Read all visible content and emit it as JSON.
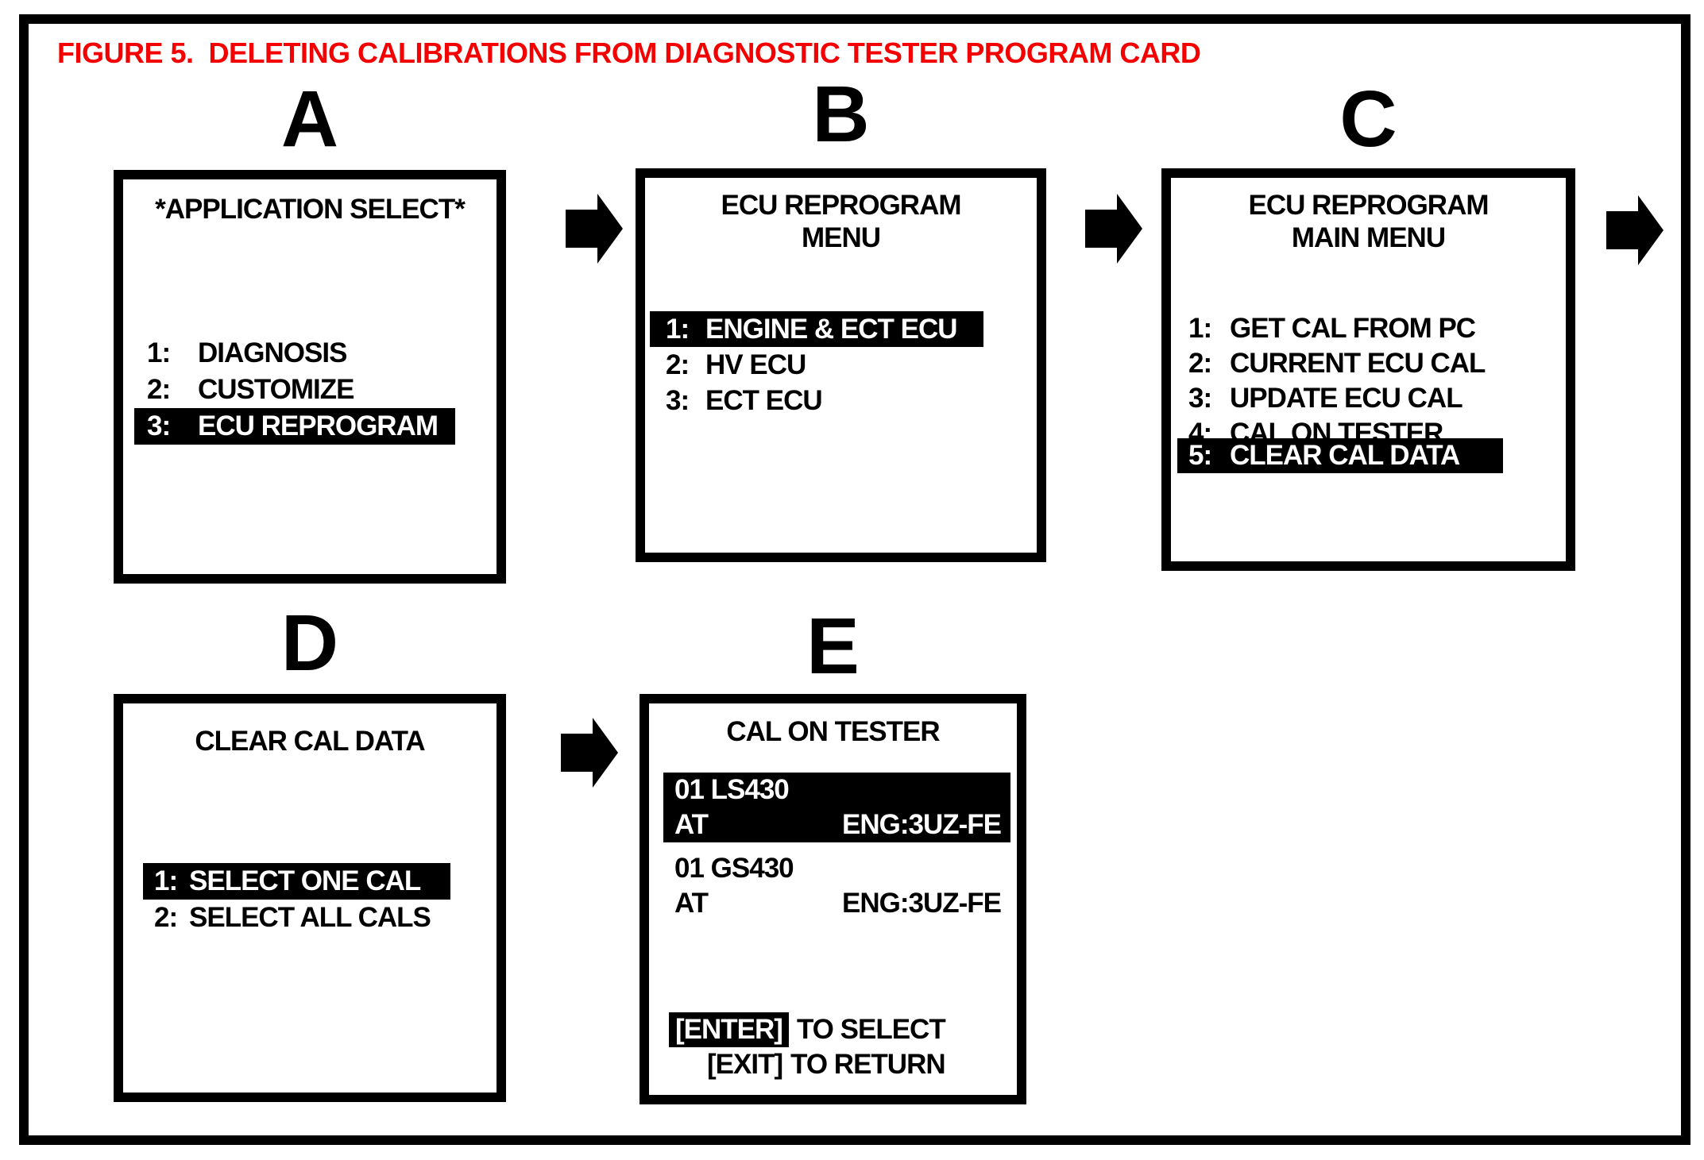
{
  "figure_title": "FIGURE 5.  DELETING CALIBRATIONS FROM DIAGNOSTIC TESTER PROGRAM CARD",
  "colors": {
    "title_red": "#f40000",
    "screen_fg": "#000000",
    "screen_bg": "#ffffff"
  },
  "icons": {
    "flow_arrow": "right-block-arrow"
  },
  "panels": {
    "a": {
      "letter": "A",
      "heading": "*APPLICATION SELECT*",
      "items": [
        {
          "num": "1:",
          "label": "DIAGNOSIS",
          "selected": false
        },
        {
          "num": "2:",
          "label": "CUSTOMIZE",
          "selected": false
        },
        {
          "num": "3:",
          "label": "ECU REPROGRAM",
          "selected": true
        }
      ]
    },
    "b": {
      "letter": "B",
      "heading_line1": "ECU REPROGRAM",
      "heading_line2": "MENU",
      "items": [
        {
          "num": "1:",
          "label": "ENGINE & ECT ECU",
          "selected": true
        },
        {
          "num": "2:",
          "label": "HV ECU",
          "selected": false
        },
        {
          "num": "3:",
          "label": "ECT ECU",
          "selected": false
        }
      ]
    },
    "c": {
      "letter": "C",
      "heading_line1": "ECU REPROGRAM",
      "heading_line2": "MAIN MENU",
      "items": [
        {
          "num": "1:",
          "label": "GET CAL FROM PC",
          "selected": false
        },
        {
          "num": "2:",
          "label": "CURRENT ECU CAL",
          "selected": false
        },
        {
          "num": "3:",
          "label": "UPDATE ECU CAL",
          "selected": false
        },
        {
          "num": "4:",
          "label": "CAL ON TESTER",
          "selected": false
        },
        {
          "num": "5:",
          "label": "CLEAR CAL DATA",
          "selected": true
        }
      ]
    },
    "d": {
      "letter": "D",
      "heading": "CLEAR CAL DATA",
      "items": [
        {
          "num": "1:",
          "label": "SELECT ONE CAL",
          "selected": true
        },
        {
          "num": "2:",
          "label": "SELECT ALL CALS",
          "selected": false
        }
      ]
    },
    "e": {
      "letter": "E",
      "heading": "CAL ON TESTER",
      "entries": [
        {
          "model": "01 LS430",
          "trans": "AT",
          "engine": "ENG:3UZ-FE",
          "selected": true
        },
        {
          "model": "01 GS430",
          "trans": "AT",
          "engine": "ENG:3UZ-FE",
          "selected": false
        }
      ],
      "footer": {
        "enter_key": "[ENTER]",
        "enter_action": "TO SELECT",
        "exit_key": "[EXIT]",
        "exit_action": "TO RETURN"
      }
    }
  }
}
